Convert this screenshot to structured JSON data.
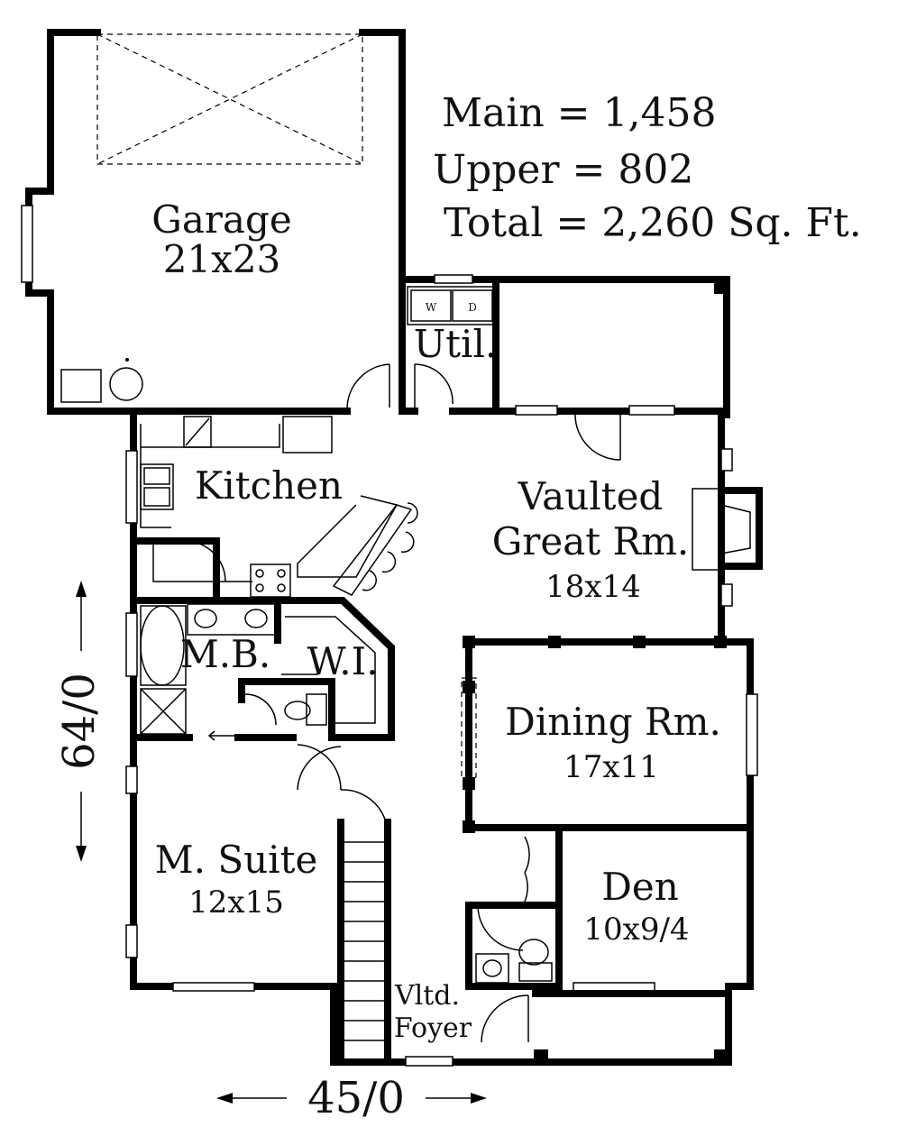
{
  "areas": {
    "main": "Main   = 1,458",
    "upper": "Upper = 802",
    "total": "Total  = 2,260 Sq. Ft."
  },
  "rooms": {
    "garage": {
      "name": "Garage",
      "size": "21x23"
    },
    "util": {
      "name": "Util."
    },
    "kitchen": {
      "name": "Kitchen"
    },
    "great_room": {
      "name_line1": "Vaulted",
      "name_line2": "Great Rm.",
      "size": "18x14"
    },
    "master_bath": {
      "name": "M.B."
    },
    "walk_in": {
      "name": "W.I."
    },
    "dining": {
      "name": "Dining Rm.",
      "size": "17x11"
    },
    "master_suite": {
      "name": "M. Suite",
      "size": "12x15"
    },
    "den": {
      "name": "Den",
      "size": "10x9/4"
    },
    "foyer": {
      "name_line1": "Vltd.",
      "name_line2": "Foyer"
    }
  },
  "appliances": {
    "washer": "W",
    "dryer": "D"
  },
  "dimensions": {
    "depth": "64/0",
    "width": "45/0"
  }
}
